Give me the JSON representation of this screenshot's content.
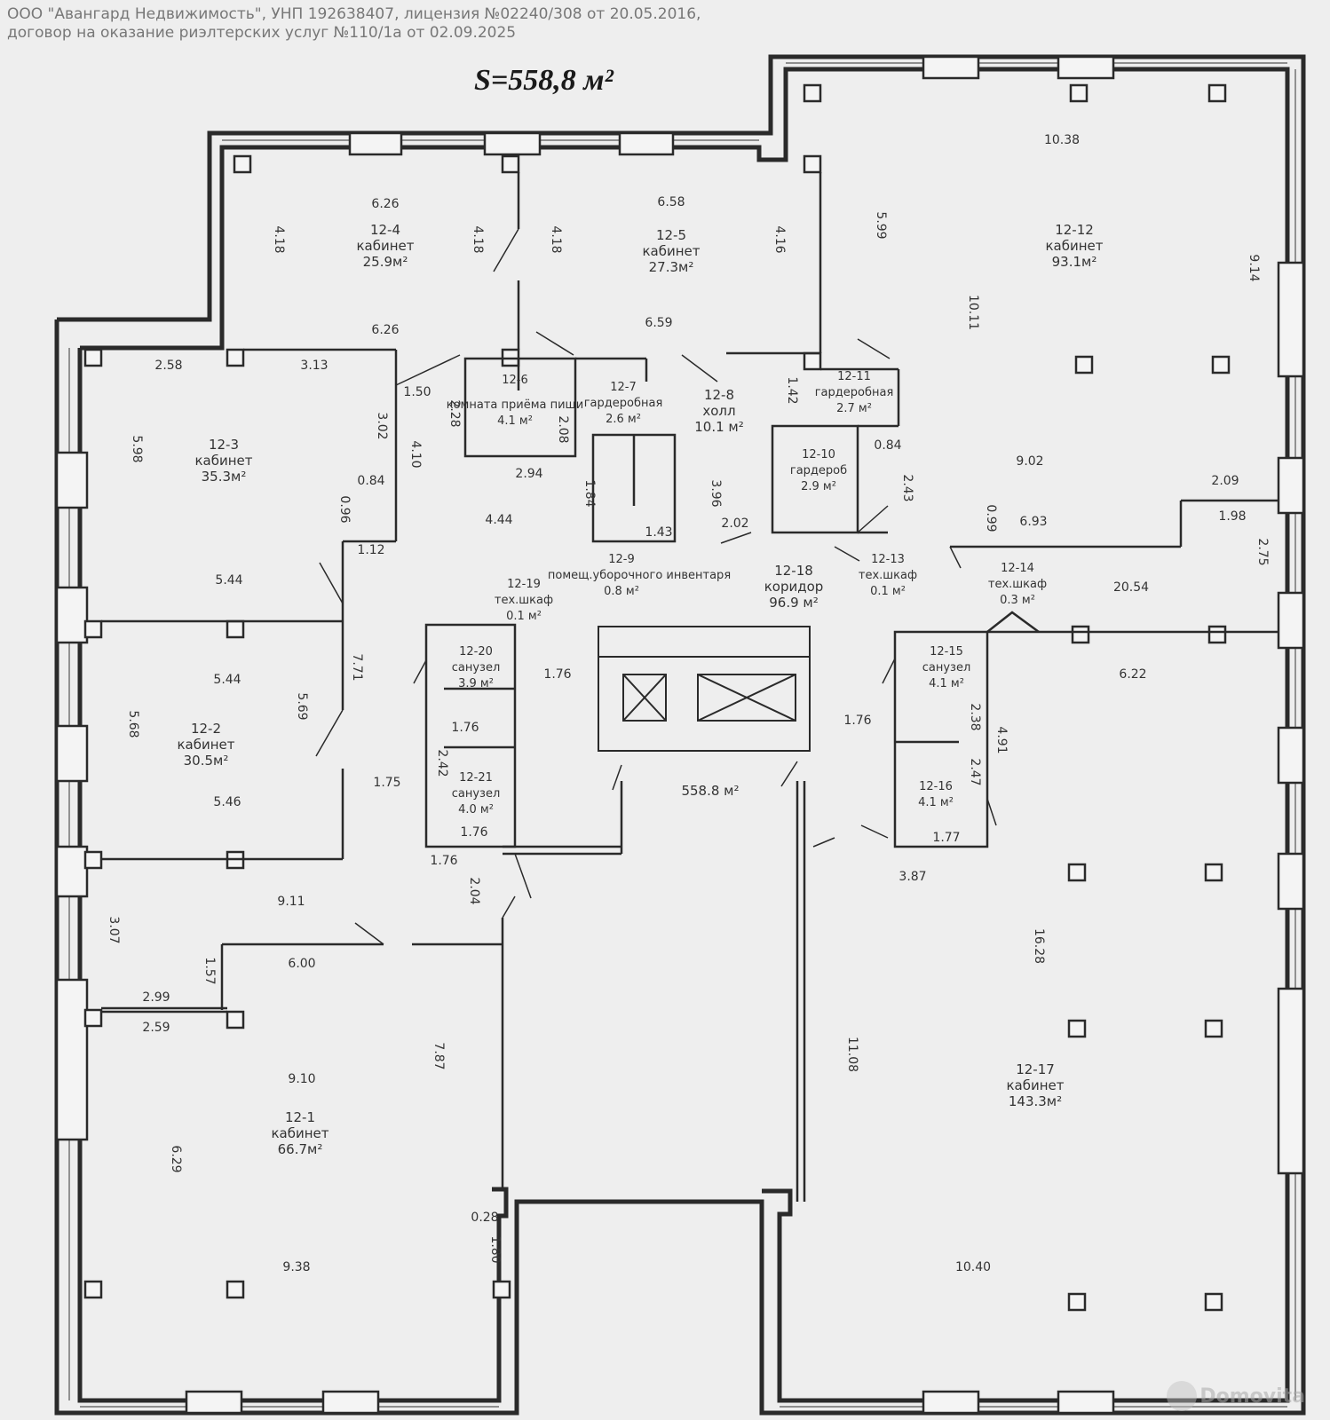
{
  "header": {
    "line1": "ООО \"Авангард Недвижимость\", УНП 192638407, лицензия №02240/308 от 20.05.2016,",
    "line2": "договор на оказание риэлтерских услуг №110/1а от 02.09.2025"
  },
  "title": "S=558,8 м²",
  "rooms": [
    {
      "id": "12-1",
      "name": "кабинет",
      "area": "66.7м²"
    },
    {
      "id": "12-2",
      "name": "кабинет",
      "area": "30.5м²"
    },
    {
      "id": "12-3",
      "name": "кабинет",
      "area": "35.3м²"
    },
    {
      "id": "12-4",
      "name": "кабинет",
      "area": "25.9м²"
    },
    {
      "id": "12-5",
      "name": "кабинет",
      "area": "27.3м²"
    },
    {
      "id": "12-6",
      "name": "комната приёма пищи",
      "area": "4.1 м²"
    },
    {
      "id": "12-7",
      "name": "гардеробная",
      "area": "2.6 м²"
    },
    {
      "id": "12-8",
      "name": "холл",
      "area": "10.1 м²"
    },
    {
      "id": "12-9",
      "name": "помещ.уборочного инвентаря",
      "area": "0.8 м²"
    },
    {
      "id": "12-10",
      "name": "гардероб",
      "area": "2.9 м²"
    },
    {
      "id": "12-11",
      "name": "гардеробная",
      "area": "2.7 м²"
    },
    {
      "id": "12-12",
      "name": "кабинет",
      "area": "93.1м²"
    },
    {
      "id": "12-13",
      "name": "тех.шкаф",
      "area": "0.1 м²"
    },
    {
      "id": "12-14",
      "name": "тех.шкаф",
      "area": "0.3 м²"
    },
    {
      "id": "12-15",
      "name": "санузел",
      "area": "4.1 м²"
    },
    {
      "id": "12-16",
      "name": "",
      "area": "4.1 м²"
    },
    {
      "id": "12-17",
      "name": "кабинет",
      "area": "143.3м²"
    },
    {
      "id": "12-18",
      "name": "коридор",
      "area": "96.9 м²"
    },
    {
      "id": "12-19",
      "name": "тех.шкаф",
      "area": "0.1 м²"
    },
    {
      "id": "12-20",
      "name": "санузел",
      "area": "3.9 м²"
    },
    {
      "id": "12-21",
      "name": "санузел",
      "area": "4.0 м²"
    }
  ],
  "total_label": "558.8 м²",
  "dimensions": [
    "6.26",
    "4.18",
    "4.18",
    "4.18",
    "6.58",
    "4.16",
    "5.99",
    "10.38",
    "9.14",
    "10.11",
    "6.26",
    "6.59",
    "2.58",
    "3.13",
    "1.50",
    "2.28",
    "5.98",
    "3.02",
    "4.10",
    "0.84",
    "0.96",
    "1.12",
    "2.08",
    "2.94",
    "1.84",
    "3.96",
    "2.02",
    "1.43",
    "1.42",
    "0.84",
    "2.43",
    "9.02",
    "2.09",
    "0.99",
    "1.98",
    "6.93",
    "2.75",
    "20.54",
    "4.44",
    "5.44",
    "5.44",
    "7.71",
    "5.69",
    "5.68",
    "5.46",
    "1.76",
    "1.76",
    "2.42",
    "1.75",
    "1.76",
    "1.76",
    "1.76",
    "6.22",
    "2.38",
    "4.91",
    "2.47",
    "1.77",
    "3.87",
    "9.11",
    "3.07",
    "2.04",
    "1.57",
    "6.00",
    "2.99",
    "2.59",
    "9.10",
    "7.87",
    "11.08",
    "16.28",
    "6.29",
    "0.28",
    "1.80",
    "9.38",
    "10.40"
  ],
  "watermark": "Domovita"
}
